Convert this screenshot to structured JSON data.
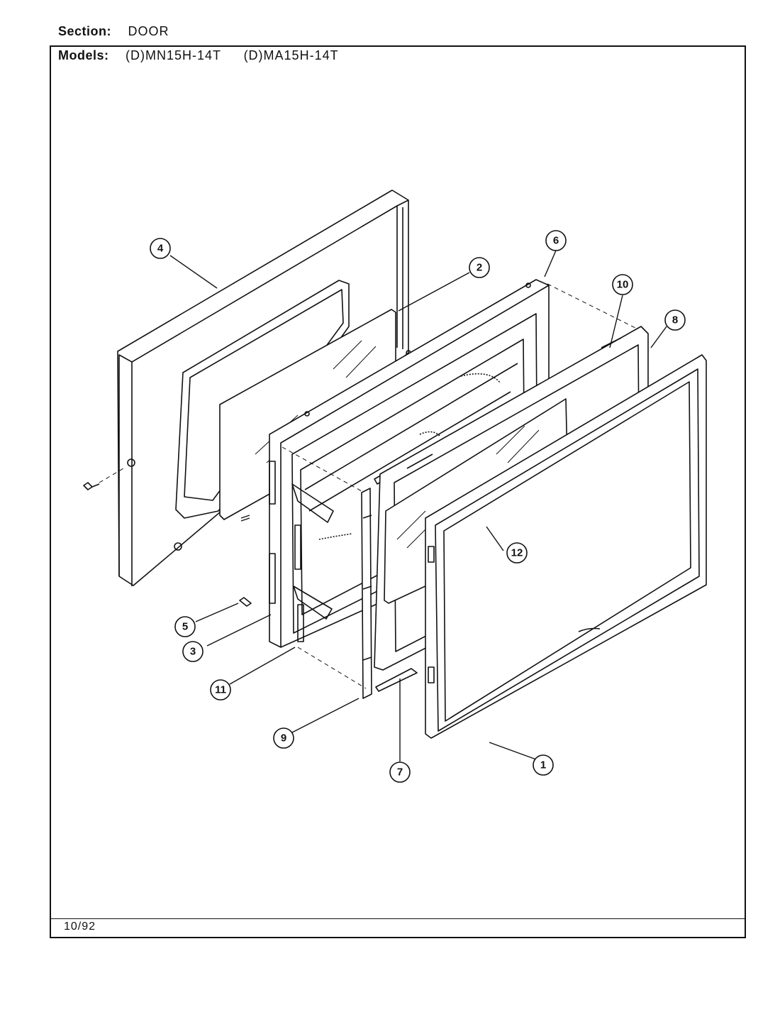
{
  "header": {
    "section_label": "Section:",
    "section_value": "DOOR",
    "models_label": "Models:",
    "model_1": "(D)MN15H-14T",
    "model_2": "(D)MA15H-14T"
  },
  "footer": {
    "date": "10/92"
  },
  "callouts": [
    "1",
    "2",
    "3",
    "4",
    "5",
    "6",
    "7",
    "8",
    "9",
    "10",
    "11",
    "12"
  ],
  "colors": {
    "line": "#111111",
    "background": "#ffffff"
  }
}
